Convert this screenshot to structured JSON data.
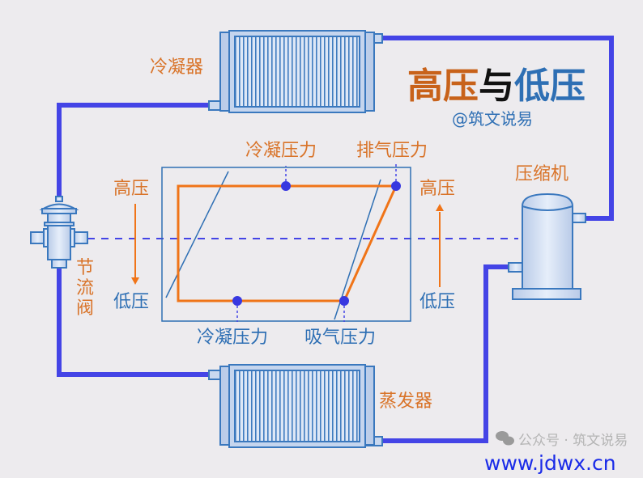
{
  "title": {
    "part1": "高压",
    "part2": "与",
    "part3": "低压",
    "subtitle": "@筑文说易"
  },
  "components": {
    "condenser": "冷凝器",
    "compressor": "压缩机",
    "evaporator": "蒸发器",
    "valve_chars": [
      "节",
      "流",
      "阀"
    ]
  },
  "chart_labels": {
    "top_left": "冷凝压力",
    "top_right": "排气压力",
    "bottom_left": "冷凝压力",
    "bottom_right": "吸气压力",
    "left_high": "高压",
    "left_low": "低压",
    "right_high": "高压",
    "right_low": "低压"
  },
  "watermark": {
    "account": "公众号 · 筑文说易",
    "url": "www.jdwx.cn"
  },
  "colors": {
    "pipe": "#4444e6",
    "orange": "#f07418",
    "blue": "#2e6fb4",
    "title_orange": "#c8621a"
  }
}
